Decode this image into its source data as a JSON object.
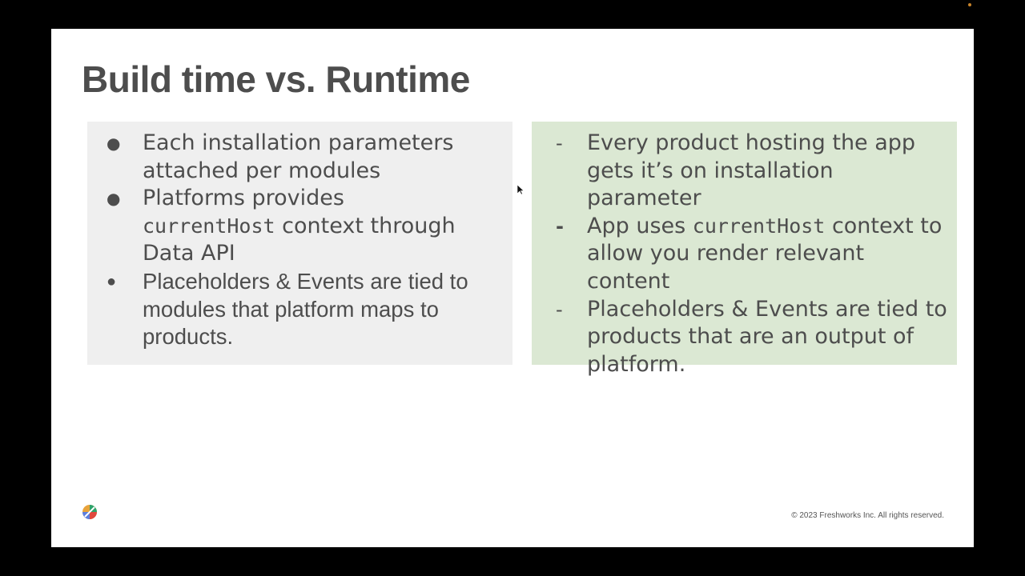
{
  "title": "Build time vs. Runtime",
  "colors": {
    "left_panel": "#efefef",
    "right_panel": "#dbe8d3",
    "text": "#4d4d4d"
  },
  "left": {
    "marker": "●",
    "items": [
      {
        "text": "Each installation parameters attached per modules"
      },
      {
        "code": "currentHost",
        "pre": "Platforms provides ",
        "post": " context through Data API"
      },
      {
        "text": "Placeholders & Events are tied to modules that platform maps to products."
      }
    ]
  },
  "right": {
    "marker": "-",
    "items": [
      {
        "text": "Every product hosting the app gets it’s on installation parameter"
      },
      {
        "pre": "App uses ",
        "code": "currentHost",
        "post": " context to allow you render relevant content"
      },
      {
        "text": "Placeholders & Events are tied to products that are an output of platform."
      }
    ]
  },
  "footer": "© 2023 Freshworks Inc. All rights reserved.",
  "icons": {
    "logo": "freshworks-logo-icon",
    "cursor": "mouse-cursor-icon"
  }
}
